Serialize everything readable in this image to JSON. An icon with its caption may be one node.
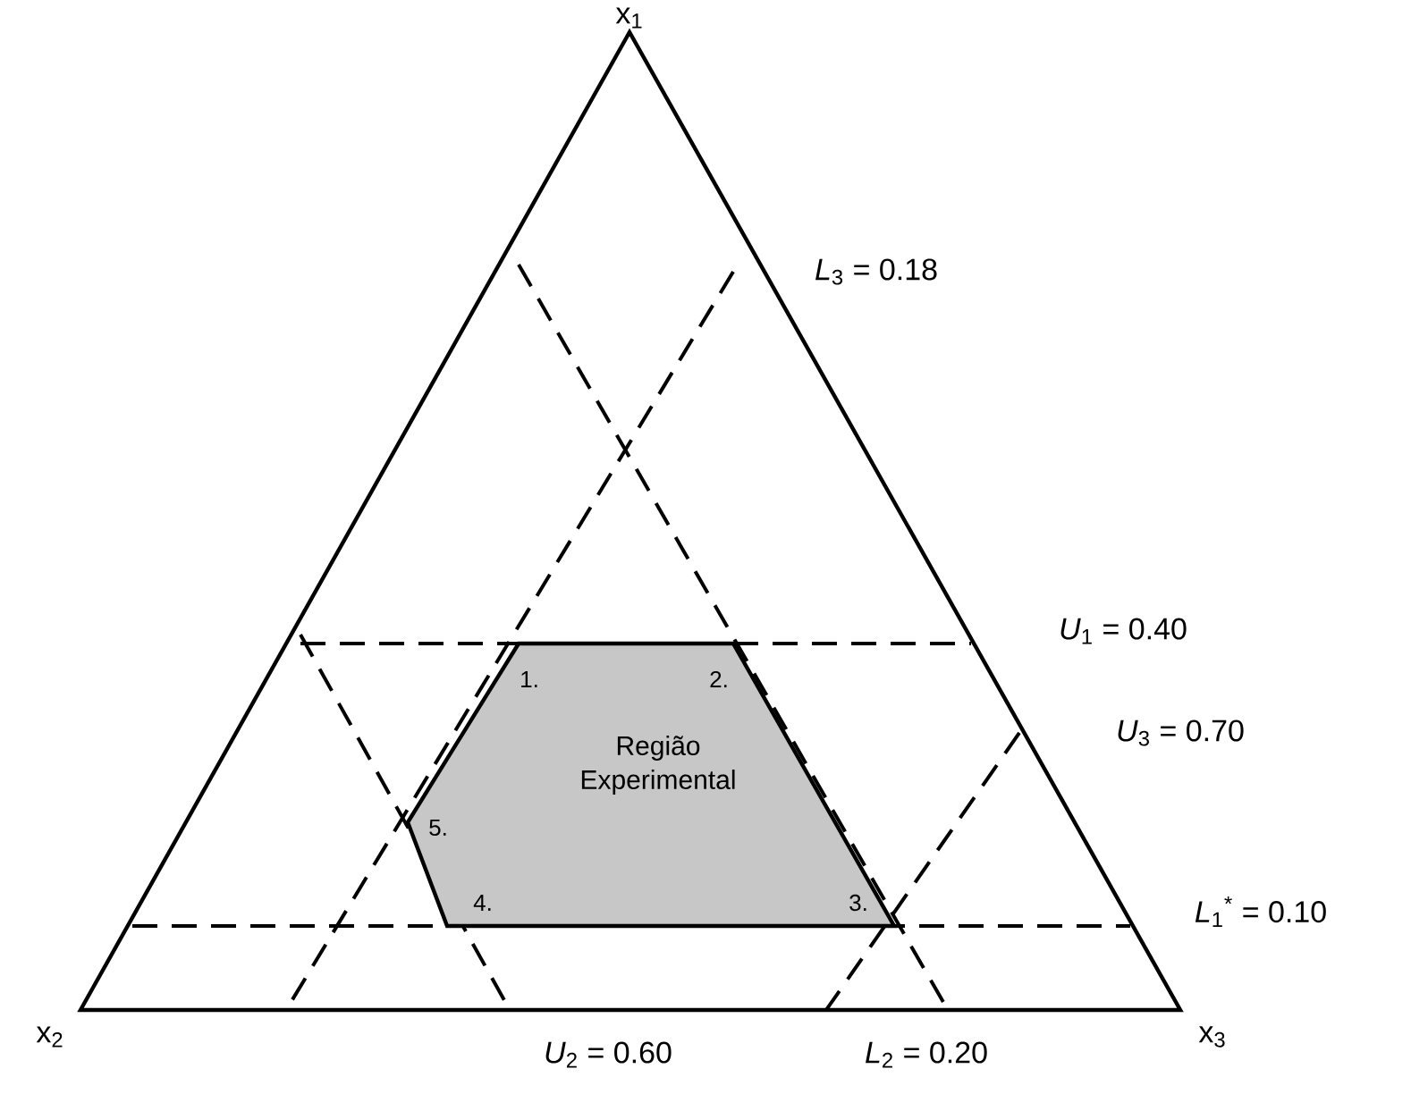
{
  "diagram": {
    "nodes": [
      {
        "text": [
          "Região Experimental"
        ]
      }
    ],
    "labels": [
      "x$_{1}$",
      "*L*$_{3}$ = 0.18",
      "1.",
      "2.",
      "*U*$_{1}$ = 0.40",
      "*U*$_{3}$ = 0.70",
      "5.",
      "4.",
      "3.",
      "*L*$_{1}$$^{*}$ = 0.10",
      "x$_{2}$",
      "*U*$_{2}$ = 0.60",
      "*L*$_{2}$ = 0.20",
      "x$_{3}$"
    ]
  }
}
